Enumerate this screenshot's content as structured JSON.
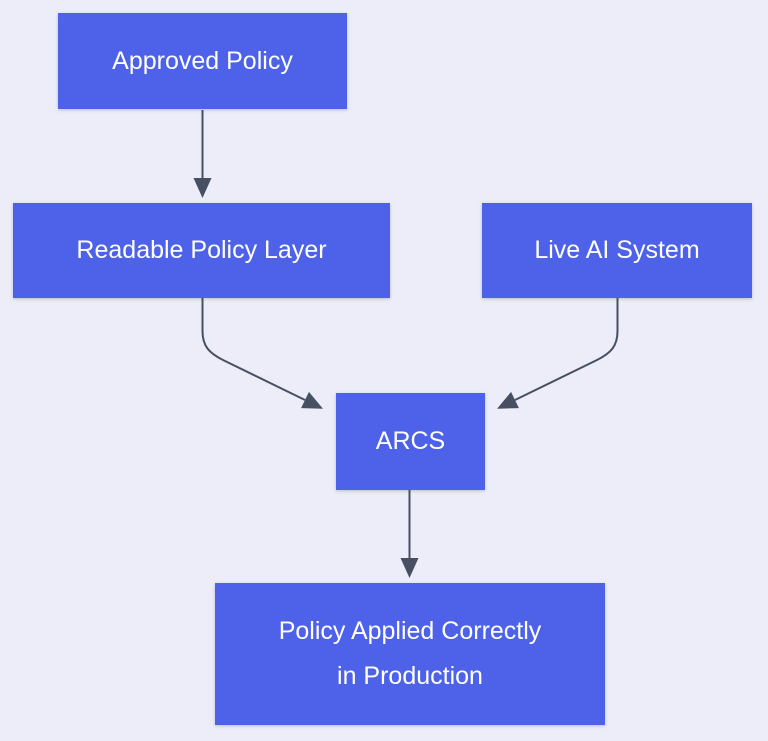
{
  "diagram": {
    "type": "flowchart",
    "colors": {
      "background": "#ECEDF8",
      "node_fill": "#4D62E8",
      "node_text": "#FFFFFF",
      "edge": "#475063"
    },
    "nodes": {
      "approved_policy": {
        "label": "Approved Policy"
      },
      "readable_policy_layer": {
        "label": "Readable Policy Layer"
      },
      "live_ai_system": {
        "label": "Live AI System"
      },
      "arcs": {
        "label": "ARCS"
      },
      "policy_applied": {
        "label_line1": "Policy Applied Correctly",
        "label_line2": "in Production"
      }
    },
    "edges": [
      {
        "from": "approved_policy",
        "to": "readable_policy_layer"
      },
      {
        "from": "readable_policy_layer",
        "to": "arcs"
      },
      {
        "from": "live_ai_system",
        "to": "arcs"
      },
      {
        "from": "arcs",
        "to": "policy_applied"
      }
    ]
  }
}
